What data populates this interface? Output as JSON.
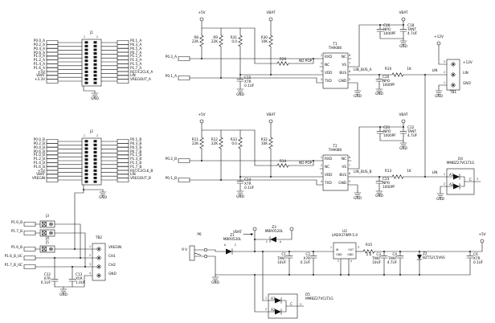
{
  "j1": {
    "title": "J1",
    "pin1": "1",
    "pin2": "2",
    "gnd": "GND",
    "left": [
      "P0.0_A",
      "P0.2_A",
      "P0.4_A",
      "P0.6_A",
      "P1.0_A",
      "P1.2_A",
      "P1.4_A",
      "P1.6_A",
      "+5V",
      "VBAT",
      "+3.3V"
    ],
    "right": [
      "P0.1_A",
      "P0.3_A",
      "P0.5_A",
      "P0.7_A",
      "P1.1_A",
      "P1.3_A",
      "P1.5_A",
      "P1.7_A",
      "RST/C2CLK_A",
      "LIN",
      "VREGOUT_A"
    ]
  },
  "j2": {
    "title": "J2",
    "pin1": "1",
    "pin2": "2",
    "gnd": "GND",
    "left": [
      "P0.0_B",
      "P0.2_B",
      "P0.4_B",
      "P0.6_B",
      "P1.0_B",
      "P1.2_B",
      "P1.4_B",
      "P1.6_B",
      "+5V",
      "VBAT",
      "VREGIN"
    ],
    "right": [
      "P0.1_B",
      "P0.3_B",
      "P0.5_B",
      "P0.7_B",
      "P1.1_B",
      "P1.3_B",
      "P1.5_B",
      "P1.7_B",
      "RST/C2CLK_B",
      "LIN",
      "VREGOUT_B"
    ]
  },
  "jumpers": {
    "j3": "J3",
    "j4": "J4",
    "j5": "J5",
    "rows": [
      "P1.6_B",
      "P1.7_B",
      "P1.6_B",
      "P1.6_B_UC",
      "P1.7_B_UC"
    ]
  },
  "tb2": {
    "title": "TB2",
    "pins": [
      "1",
      "2",
      "3",
      "4"
    ],
    "labels": [
      "VREGIN",
      "CH1",
      "CH2",
      "GND"
    ],
    "gnd": "GND"
  },
  "bl": {
    "c12": "C12\nX7R\n0.1UF",
    "c13": "C13\nX5R\n1.0UF"
  },
  "cha": {
    "p5": "+5V",
    "vbat": "VBAT",
    "r8": "R8\n22K",
    "r9": "R9\n22K",
    "r31": "R31\n0.0",
    "r30": "R30\n10K",
    "in1": "P0.2_A",
    "in2": "P0.1_A",
    "r29": "R29",
    "nopop": "NO POP",
    "c15": "C15\nX7R\n0.1UF",
    "gnd1": "GND",
    "t": "T1",
    "part": "TH9080",
    "pl": [
      "RXD",
      "NC",
      "VDD",
      "TXD"
    ],
    "nl": [
      "1",
      "2",
      "3",
      "4"
    ],
    "pr": [
      "NC",
      "VS",
      "BUS",
      "GND"
    ],
    "nr": [
      "8",
      "7",
      "6",
      "5"
    ],
    "c16": "C16\nNPO\n1000PF",
    "vbat2": "VBAT",
    "c18": "C18\nTANT\n4.7UF",
    "gnd2": "GND",
    "bus": "LIN_BUS_A",
    "r10": "R10",
    "r10v": "1K",
    "c20": "C20\nNPO\n1000PF",
    "gnd3": "GND",
    "gnd4": "GND",
    "lin": "LIN",
    "p12": "+12V",
    "tb1": "TB1",
    "tb1n": [
      "3",
      "2",
      "1"
    ],
    "tb1l": [
      "+12V",
      "LIN",
      "GND"
    ],
    "gnd5": "GND"
  },
  "chb": {
    "p5": "+5V",
    "vbat": "VBAT",
    "r11": "R11\n22K",
    "r12": "R12\n22K",
    "r33": "R33\n0.0",
    "r32": "R32\n10K",
    "in1": "P0.2_B",
    "in2": "P0.1_B",
    "r34": "R34",
    "nopop": "NO POP",
    "c14": "C14\nX7R\n0.1UF",
    "gnd1": "GND",
    "t": "T2",
    "part": "TH9080",
    "pl": [
      "RXD",
      "NC",
      "VDD",
      "TXD"
    ],
    "nl": [
      "1",
      "2",
      "3",
      "4"
    ],
    "pr": [
      "NC",
      "VS",
      "BUS",
      "GND"
    ],
    "nr": [
      "8",
      "7",
      "6",
      "5"
    ],
    "c21": "C21\nNPO\n1000PF",
    "vbat2": "VBAT",
    "c22": "C22\nTANT\n4.7UF",
    "gnd2": "GND",
    "bus": "LIN_BUS_B",
    "r13": "R13",
    "r13v": "1K",
    "c23": "C23\nNPO\n1000PF",
    "gnd3": "GND",
    "gnd4": "GND",
    "lin": "LIN",
    "d4": "D4",
    "d4p": "MMBZ27VCLT1G",
    "a1": "A1",
    "a2": "A2",
    "c": "C",
    "n1": "1",
    "n2": "2",
    "n3": "3",
    "gnd5": "GND"
  },
  "pwr": {
    "v9": "9 V",
    "p6": "P6",
    "z1": "Z1\nMBR0520L",
    "z1a": "A",
    "z1c": "C",
    "vbat": "VBAT",
    "z3": "Z3\nMBR0520L",
    "z3c": "C",
    "z3a": "A",
    "u2": "U2\nLM2937IMP-5.0",
    "in": "IN",
    "out": "OUT",
    "g1": "GND",
    "g2": "GND",
    "n1": "1",
    "n2": "2",
    "n3": "3",
    "n4": "4",
    "c1": "C1\nTANT\n10UF",
    "c2": "C2\nX7R\n0.1UF",
    "r35": "R35",
    "r35v": "2.0",
    "c3": "C3\nTANT\n10UF",
    "c4": "C4\nTANT\n4.7UF",
    "z2": "Z2\nBZT52C5V6S",
    "c6": "C6\nX7R\n0.1UF",
    "p5": "+5V",
    "gnd": "GND",
    "d5": "D5\nMMBZ27VCLT1G",
    "a1": "A1",
    "a2": "A2",
    "c": "C",
    "dn1": "1",
    "dn2": "2",
    "dn3": "3"
  }
}
